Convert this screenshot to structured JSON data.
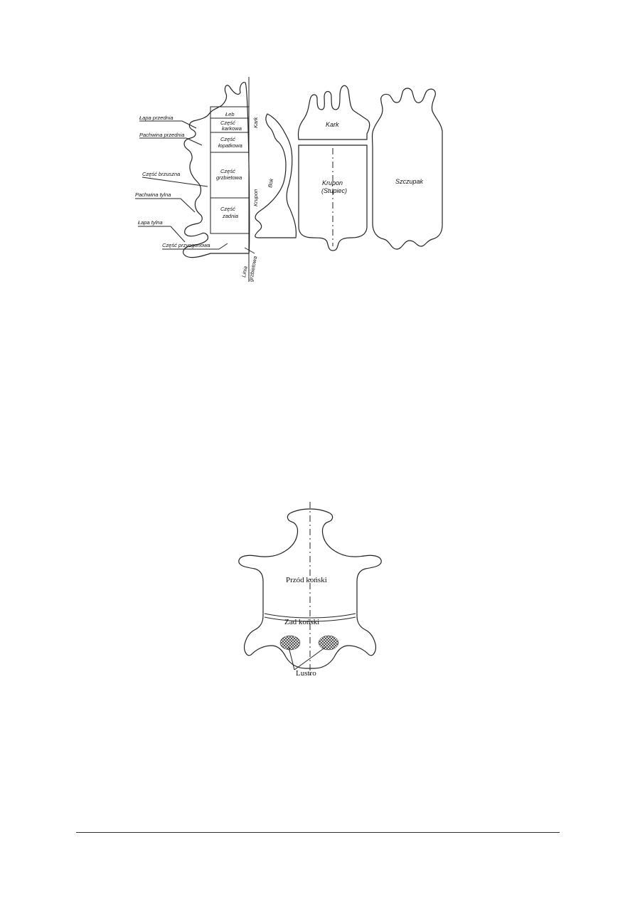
{
  "figure_1": {
    "labels": {
      "leb": "Łeb",
      "czesc_karkowa_1": "Część",
      "czesc_karkowa_2": "karkowa",
      "czesc_lopatkowa_1": "Część",
      "czesc_lopatkowa_2": "łopatkowa",
      "czesc_grzbietowa_1": "Część",
      "czesc_grzbietowa_2": "grzbietowa",
      "czesc_zadnia_1": "Część",
      "czesc_zadnia_2": "zadnia",
      "lapa_przednia": "Łapa przednia",
      "pachwina_przednia": "Pachwina przednia",
      "czesc_brzuszna": "Część brzuszna",
      "pachwina_tylna": "Pachwina tylna",
      "lapa_tylna": "Łapa tylna",
      "czesc_przyogonowa": "Część przyogonowa",
      "kark_side": "Kark",
      "krupon_side": "Krupon",
      "linia_grzbietowa_1": "Linia",
      "linia_grzbietowa_2": "grzbietowa",
      "bok": "Bok",
      "kark": "Kark",
      "krupon_1": "Krupon",
      "krupon_2": "(Stupiec)",
      "szczupak": "Szczupak"
    }
  },
  "figure_2": {
    "labels": {
      "przod_konski": "Przód koński",
      "zad_konski": "Zad koński",
      "lustro": "Lustro"
    }
  }
}
